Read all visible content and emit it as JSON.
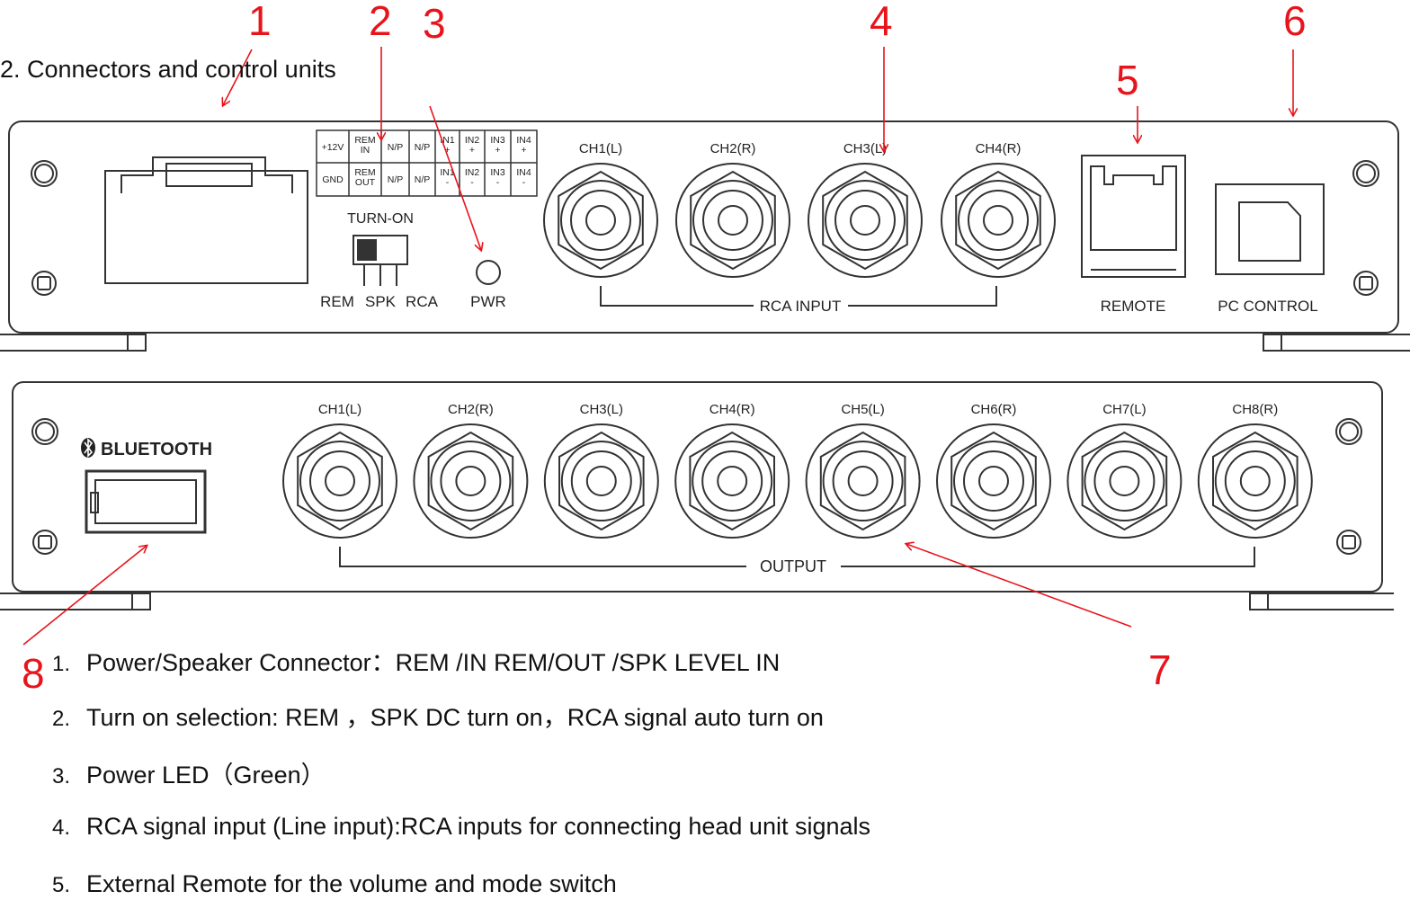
{
  "heading": "2. Connectors and control units",
  "callouts": [
    "1",
    "2",
    "3",
    "4",
    "5",
    "6",
    "7",
    "8"
  ],
  "colors": {
    "callout": "#e8141c",
    "line": "#333333"
  },
  "top_panel": {
    "terminal_top": [
      "+12V",
      "REM IN",
      "N/P",
      "N/P",
      "IN1 +",
      "IN2 +",
      "IN3 +",
      "IN4 +"
    ],
    "terminal_bottom": [
      "GND",
      "REM OUT",
      "N/P",
      "N/P",
      "IN1 -",
      "IN2 -",
      "IN3 -",
      "IN4 -"
    ],
    "turn_on_label": "TURN-ON",
    "switch_labels": [
      "REM",
      "SPK",
      "RCA"
    ],
    "pwr_label": "PWR",
    "rca_inputs": [
      "CH1(L)",
      "CH2(R)",
      "CH3(L)",
      "CH4(R)"
    ],
    "rca_input_label": "RCA INPUT",
    "remote_label": "REMOTE",
    "pc_label": "PC CONTROL"
  },
  "bottom_panel": {
    "bluetooth_label": "BLUETOOTH",
    "outputs": [
      "CH1(L)",
      "CH2(R)",
      "CH3(L)",
      "CH4(R)",
      "CH5(L)",
      "CH6(R)",
      "CH7(L)",
      "CH8(R)"
    ],
    "output_label": "OUTPUT"
  },
  "legend": [
    {
      "num": "1.",
      "text": "Power/Speaker Connector：REM /IN REM/OUT /SPK LEVEL IN"
    },
    {
      "num": "2.",
      "text": "Turn on selection:  REM ，SPK DC turn on，RCA signal auto turn on"
    },
    {
      "num": "3.",
      "text": "Power LED（Green）"
    },
    {
      "num": "4.",
      "text": "RCA signal input (Line input):RCA inputs for connecting head unit signals"
    },
    {
      "num": "5.",
      "text": "External Remote for the volume and mode switch"
    }
  ]
}
